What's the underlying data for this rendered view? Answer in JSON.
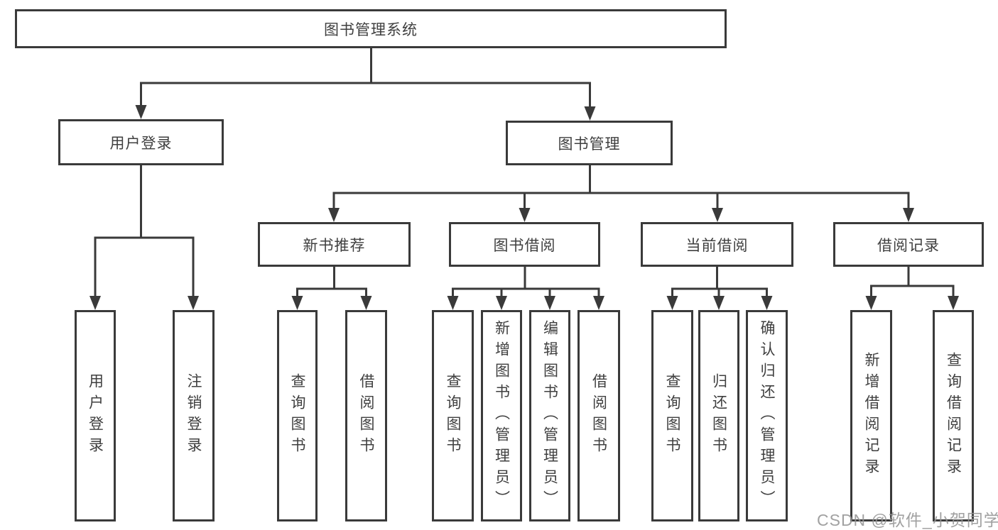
{
  "tree": {
    "label": "图书管理系统",
    "children": [
      {
        "label": "用户登录",
        "children": [
          {
            "label": "用户登录"
          },
          {
            "label": "注销登录"
          }
        ]
      },
      {
        "label": "图书管理",
        "children": [
          {
            "label": "新书推荐",
            "children": [
              {
                "label": "查询图书"
              },
              {
                "label": "借阅图书"
              }
            ]
          },
          {
            "label": "图书借阅",
            "children": [
              {
                "label": "查询图书"
              },
              {
                "label": "新增图书（管理员）"
              },
              {
                "label": "编辑图书（管理员）"
              },
              {
                "label": "借阅图书"
              }
            ]
          },
          {
            "label": "当前借阅",
            "children": [
              {
                "label": "查询图书"
              },
              {
                "label": "归还图书"
              },
              {
                "label": "确认归还（管理员）"
              }
            ]
          },
          {
            "label": "借阅记录",
            "children": [
              {
                "label": "新增借阅记录"
              },
              {
                "label": "查询借阅记录"
              }
            ]
          }
        ]
      }
    ]
  },
  "watermark": {
    "text": "CSDN @软件_小贺同学"
  },
  "colors": {
    "line": "#3a3a3a",
    "box_border": "#3a3a3a",
    "text": "#3f3f3f",
    "watermark": "#949494",
    "background": "#ffffff"
  }
}
